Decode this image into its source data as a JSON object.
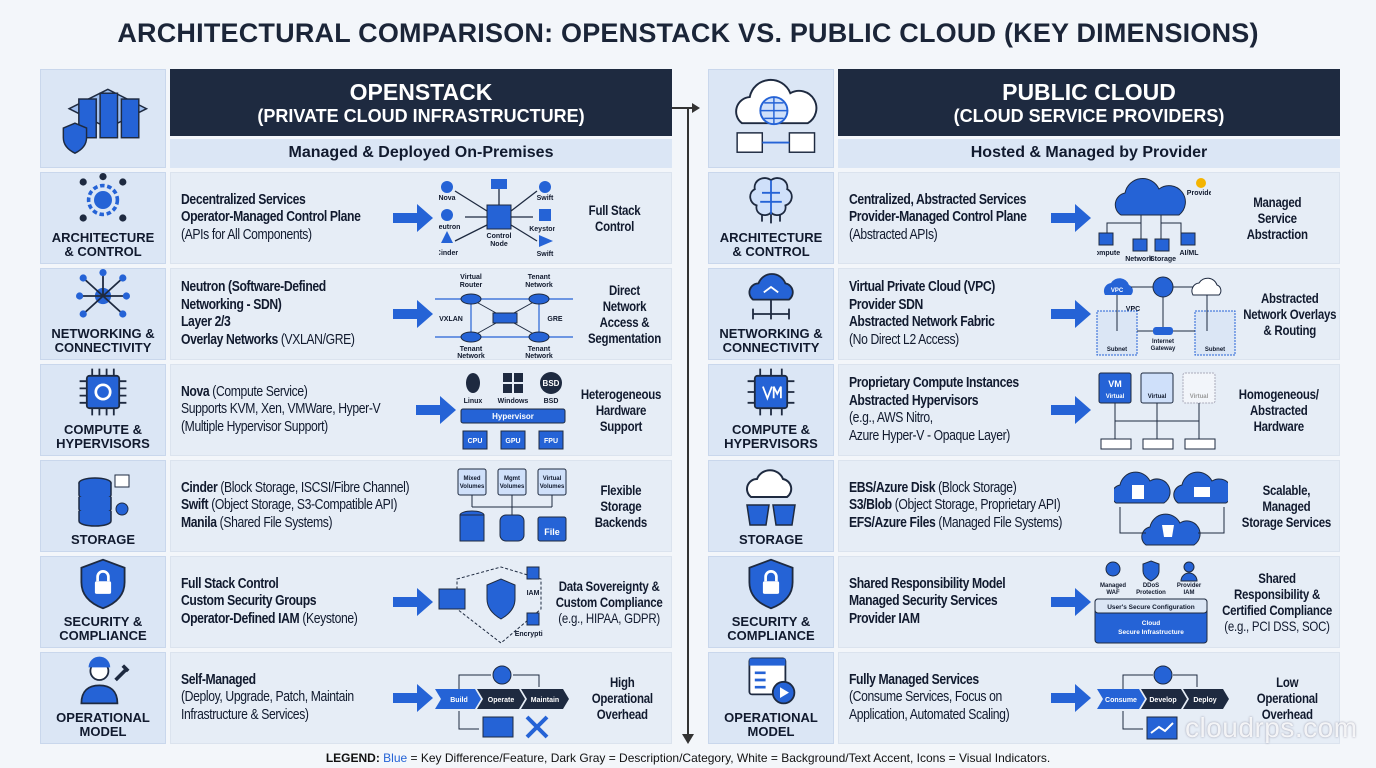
{
  "title": "ARCHITECTURAL COMPARISON: OPENSTACK VS. PUBLIC CLOUD (KEY DIMENSIONS)",
  "colors": {
    "navy": "#1e2a40",
    "accent_blue": "#2563d6",
    "panel": "#e6edf6",
    "icon_cell": "#dbe6f5"
  },
  "left": {
    "header": "OPENSTACK",
    "header_sub": "(PRIVATE CLOUD INFRASTRUCTURE)",
    "subheader": "Managed & Deployed On-Premises",
    "header_icon": "server-rack-shield-icon",
    "rows": [
      {
        "category": [
          "ARCHITECTURE",
          "& CONTROL"
        ],
        "icon": "gear-network-icon",
        "lines": [
          [
            "Decentralized Services",
            ""
          ],
          [
            "Operator-Managed Control Plane",
            ""
          ],
          [
            "",
            "(APIs for All Components)"
          ]
        ],
        "diagram": [
          "Nova",
          "Neutron",
          "Cinder",
          "Swift",
          "Keystone",
          "Swift",
          "Control",
          "Node"
        ],
        "result": [
          "Full Stack",
          "Control"
        ]
      },
      {
        "category": [
          "NETWORKING &",
          "CONNECTIVITY"
        ],
        "icon": "network-mesh-icon",
        "lines": [
          [
            "Neutron (Software-Defined",
            ""
          ],
          [
            "Networking - SDN)",
            ""
          ],
          [
            "Layer 2/3",
            ""
          ],
          [
            "Overlay Networks",
            " (VXLAN/GRE)"
          ]
        ],
        "diagram": [
          "Virtual",
          "Router",
          "Tenant",
          "Network",
          "VXLAN",
          "GRE",
          "Tenant",
          "Network",
          "Tenant",
          "Network"
        ],
        "result": [
          "Direct",
          "Network",
          "Access &",
          "Segmentation"
        ]
      },
      {
        "category": [
          "COMPUTE &",
          "HYPERVISORS"
        ],
        "icon": "cpu-chip-icon",
        "lines": [
          [
            "Nova",
            " (Compute Service)"
          ],
          [
            "",
            "Supports KVM, Xen, VMWare, Hyper-V"
          ],
          [
            "",
            "(Multiple Hypervisor Support)"
          ]
        ],
        "diagram": [
          "Linux",
          "Windows",
          "BSD",
          "Hypervisor",
          "BSD",
          "CPU",
          "GPU",
          "FPU"
        ],
        "result": [
          "Heterogeneous",
          "Hardware",
          "Support"
        ]
      },
      {
        "category": [
          "STORAGE"
        ],
        "icon": "database-icon",
        "lines": [
          [
            "Cinder",
            " (Block Storage, ISCSI/Fibre Channel)"
          ],
          [
            "Swift",
            " (Object Storage, S3-Compatible API)"
          ],
          [
            "Manila",
            " (Shared File Systems)"
          ]
        ],
        "diagram": [
          "Mixed",
          "Volumes",
          "Mgmt",
          "Volumes",
          "Virtual",
          "Volumes",
          "File"
        ],
        "result": [
          "Flexible",
          "Storage",
          "Backends"
        ]
      },
      {
        "category": [
          "SECURITY &",
          "COMPLIANCE"
        ],
        "icon": "shield-lock-icon",
        "lines": [
          [
            "Full Stack Control",
            ""
          ],
          [
            "Custom Security Groups",
            ""
          ],
          [
            "Operator-Defined IAM",
            " (Keystone)"
          ]
        ],
        "diagram": [
          "IAM",
          "Encryption"
        ],
        "result": [
          "Data Sovereignty &",
          "Custom Compliance",
          "(e.g., HIPAA, GDPR)"
        ]
      },
      {
        "category": [
          "OPERATIONAL",
          "MODEL"
        ],
        "icon": "engineer-wrench-icon",
        "lines": [
          [
            "Self-Managed",
            ""
          ],
          [
            "",
            "(Deploy, Upgrade, Patch, Maintain"
          ],
          [
            "",
            "Infrastructure & Services)"
          ]
        ],
        "diagram": [
          "Build",
          "Operate",
          "Maintain"
        ],
        "result": [
          "High",
          "Operational",
          "Overhead"
        ]
      }
    ]
  },
  "right": {
    "header": "PUBLIC CLOUD",
    "header_sub": "(CLOUD SERVICE PROVIDERS)",
    "subheader": "Hosted & Managed by Provider",
    "header_icon": "cloud-globe-servers-icon",
    "rows": [
      {
        "category": [
          "ARCHITECTURE",
          "& CONTROL"
        ],
        "icon": "brain-circuit-icon",
        "lines": [
          [
            "Centralized, Abstracted Services",
            ""
          ],
          [
            "Provider-Managed Control Plane",
            ""
          ],
          [
            "",
            "(Abstracted APIs)"
          ]
        ],
        "diagram": [
          "Provider",
          "Compute",
          "Network",
          "Storage",
          "AI/ML"
        ],
        "result": [
          "Managed",
          "Service",
          "Abstraction"
        ]
      },
      {
        "category": [
          "NETWORKING &",
          "CONNECTIVITY"
        ],
        "icon": "cloud-network-icon",
        "lines": [
          [
            "Virtual Private Cloud (VPC)",
            ""
          ],
          [
            "Provider SDN",
            ""
          ],
          [
            "Abstracted Network Fabric",
            ""
          ],
          [
            "",
            "(No Direct L2 Access)"
          ]
        ],
        "diagram": [
          "VPC",
          "VPC",
          "Internet",
          "Gateway",
          "Subnet",
          "Subnet"
        ],
        "result": [
          "Abstracted",
          "Network Overlays",
          "& Routing"
        ]
      },
      {
        "category": [
          "COMPUTE &",
          "HYPERVISORS"
        ],
        "icon": "vm-chip-icon",
        "lines": [
          [
            "Proprietary Compute Instances",
            ""
          ],
          [
            "Abstracted Hypervisors",
            ""
          ],
          [
            "",
            "(e.g., AWS Nitro,"
          ],
          [
            "",
            "Azure Hyper-V - Opaque Layer)"
          ]
        ],
        "diagram": [
          "VM",
          "Virtual",
          "Virtual",
          "Virtual"
        ],
        "result": [
          "Homogeneous/",
          "Abstracted",
          "Hardware"
        ]
      },
      {
        "category": [
          "STORAGE"
        ],
        "icon": "cloud-storage-icon",
        "lines": [
          [
            "EBS/Azure Disk",
            " (Block Storage)"
          ],
          [
            "S3/Blob",
            " (Object Storage, Proprietary API)"
          ],
          [
            "EFS/Azure Files",
            " (Managed File Systems)"
          ]
        ],
        "diagram": [],
        "result": [
          "Scalable,",
          "Managed",
          "Storage Services"
        ]
      },
      {
        "category": [
          "SECURITY &",
          "COMPLIANCE"
        ],
        "icon": "shield-lock-icon",
        "lines": [
          [
            "Shared Responsibility Model",
            ""
          ],
          [
            "Managed Security Services",
            ""
          ],
          [
            "Provider IAM",
            ""
          ]
        ],
        "diagram": [
          "Managed",
          "WAF",
          "DDoS",
          "Protection",
          "Provider",
          "IAM",
          "User's Secure Configuration",
          "Cloud",
          "Secure Infrastructure"
        ],
        "result": [
          "Shared",
          "Responsibility &",
          "Certified Compliance",
          "(e.g., PCI DSS, SOC)"
        ]
      },
      {
        "category": [
          "OPERATIONAL",
          "MODEL"
        ],
        "icon": "dashboard-play-icon",
        "lines": [
          [
            "Fully Managed Services",
            ""
          ],
          [
            "",
            "(Consume Services, Focus on"
          ],
          [
            "",
            "Application, Automated Scaling)"
          ]
        ],
        "diagram": [
          "Consume",
          "Develop",
          "Deploy"
        ],
        "result": [
          "Low",
          "Operational",
          "Overhead"
        ]
      }
    ]
  },
  "legend": {
    "label": "LEGEND:",
    "blue": "Blue",
    "rest": " = Key Difference/Feature, Dark Gray = Description/Category, White = Background/Text Accent, Icons = Visual Indicators."
  },
  "watermark": "cloudrps.com"
}
